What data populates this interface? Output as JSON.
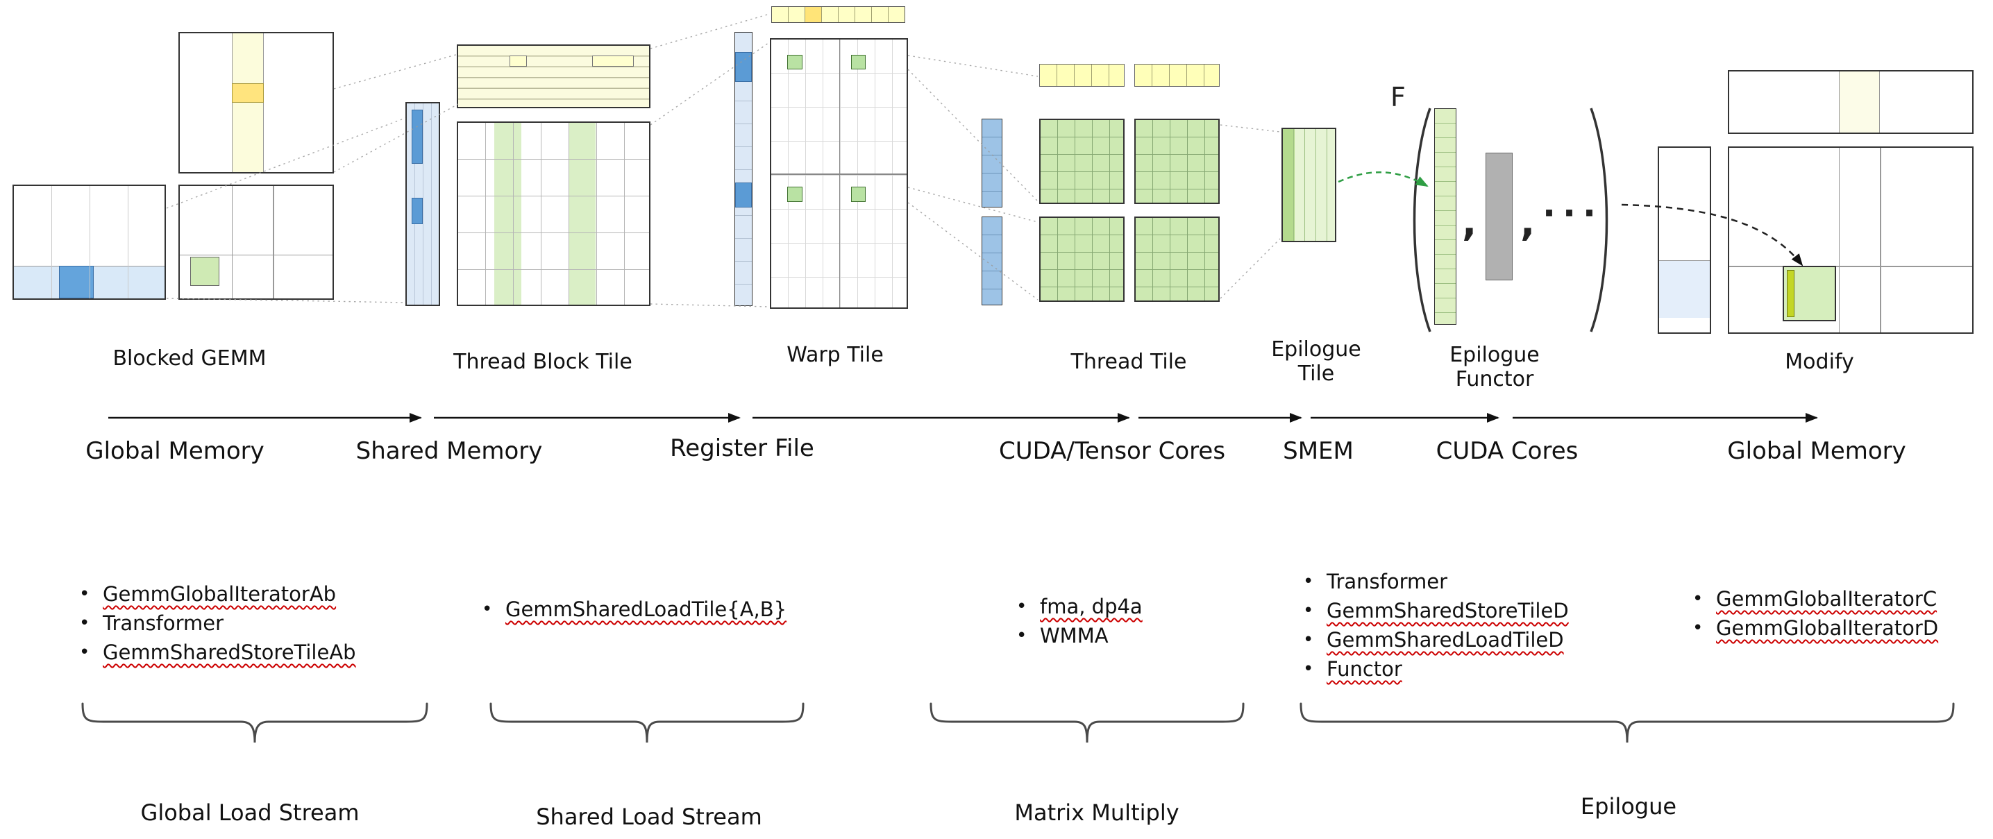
{
  "glyphs": {
    "f": "F",
    "comma": ",",
    "dots": "···",
    "bullet": "•"
  },
  "tiles": {
    "blocked_gemm": "Blocked GEMM",
    "thread_block_tile": "Thread Block Tile",
    "warp_tile": "Warp Tile",
    "thread_tile": "Thread Tile",
    "epilogue_tile_line1": "Epilogue",
    "epilogue_tile_line2": "Tile",
    "epilogue_functor_line1": "Epilogue",
    "epilogue_functor_line2": "Functor",
    "modify": "Modify"
  },
  "memory_stages": [
    "Global Memory",
    "Shared Memory",
    "Register File",
    "CUDA/Tensor Cores",
    "SMEM",
    "CUDA Cores",
    "Global Memory"
  ],
  "code_lists": [
    {
      "items": [
        {
          "text": "GemmGlobalIteratorAb",
          "underline": true
        },
        {
          "text": "Transformer",
          "underline": false
        },
        {
          "text": "GemmSharedStoreTileAb",
          "underline": true
        }
      ]
    },
    {
      "items": [
        {
          "text": "GemmSharedLoadTile{A,B}",
          "underline": true
        }
      ]
    },
    {
      "items": [
        {
          "text": "fma, dp4a",
          "underline": true
        },
        {
          "text": "WMMA",
          "underline": false
        }
      ]
    },
    {
      "items": [
        {
          "text": "Transformer",
          "underline": false
        },
        {
          "text": "GemmSharedStoreTileD",
          "underline": true
        },
        {
          "text": "GemmSharedLoadTileD",
          "underline": true
        },
        {
          "text": "Functor",
          "underline": true
        }
      ]
    },
    {
      "items": [
        {
          "text": "GemmGlobalIteratorC",
          "underline": true
        },
        {
          "text": "GemmGlobalIteratorD",
          "underline": true
        }
      ]
    }
  ],
  "stream_groups": [
    "Global Load Stream",
    "Shared Load Stream",
    "Matrix Multiply",
    "Epilogue"
  ],
  "colors": {
    "tile_yellow": "#fbfbdf",
    "highlight_yellow": "#ffe47e",
    "tile_green": "#cde9b2",
    "tile_blue": "#dce8f6",
    "accent_blue": "#5b9bd5",
    "gray_block": "#b1b1b1",
    "spellcheck_red": "#cc0000",
    "arrow_green": "#2f9e44"
  }
}
